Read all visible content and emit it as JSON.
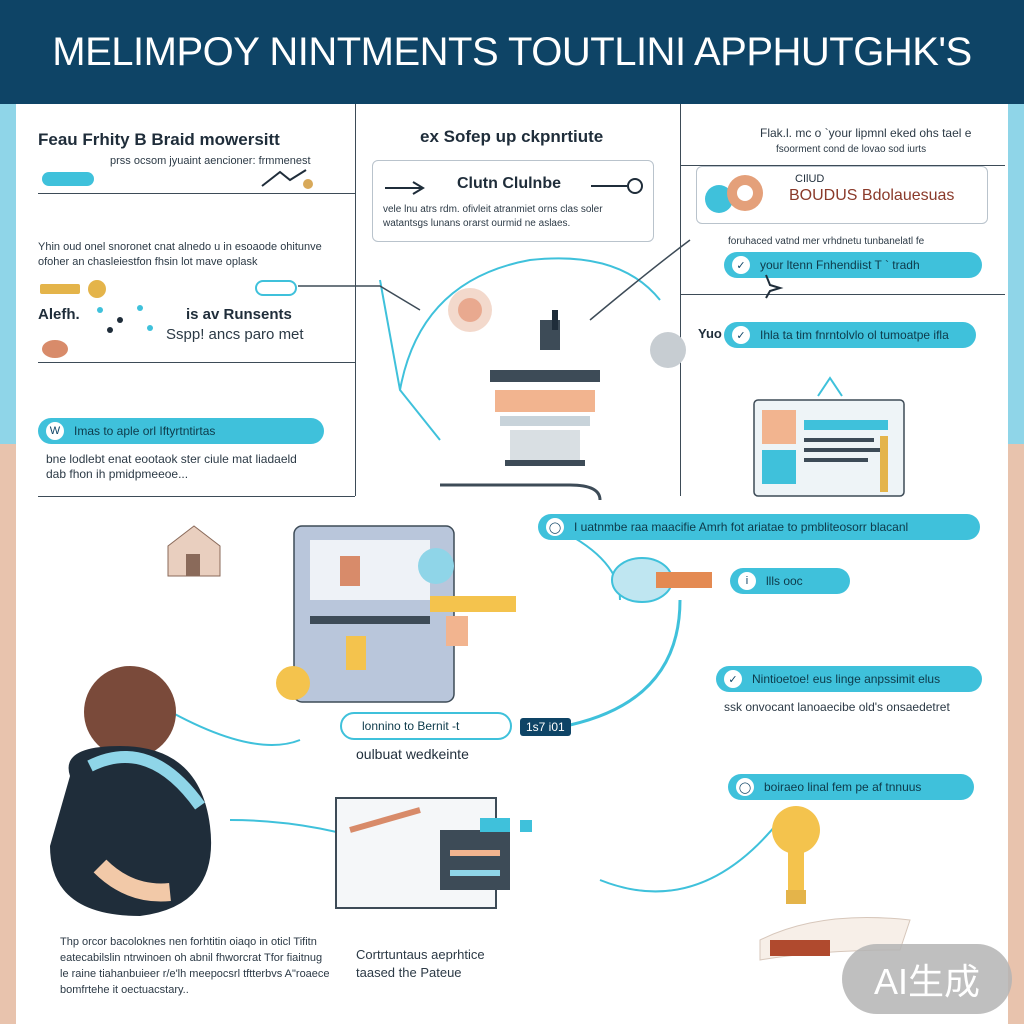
{
  "header": {
    "title": "MELIMPOY NINTMENTS TOUTLINI APPHUTGHK'S"
  },
  "left_panel": {
    "heading": "Feau Frhity B Braid mowersitt",
    "subtext": "prss ocsom jyuaint aencioner: frmmenest",
    "body": "Yhin oud onel snoronet cnat alnedo u in esoaode ohitunve ofoher an chasleiestfon fhsin lot mave oplask",
    "runnents_title": "is av Runsents",
    "runnents_sub": "Sspp! ancs paro met",
    "left_small_label": "Alefh.",
    "pill": "Imas to aple orl Iftyrtntirtas",
    "pill_letter": "W",
    "bottom_text": "bne lodlebt enat eootaok ster ciule mat liadaeld dab fhon ih pmidpmeeoe..."
  },
  "center_panel": {
    "heading": "ex Sofep up ckpnrtiute",
    "card_title": "Clutn Clulnbe",
    "card_text": "vele lnu atrs rdm. ofivleit atranmiet orns clas soler watantsgs lunans orarst ourmid ne aslaes."
  },
  "right_panel": {
    "heading": "Flak.l. mc o `your lipmnl eked ohs tael e",
    "subheading": "fsoorment cond de lovao sod iurts",
    "card_label_top": "CIlUD",
    "card_label": "BOUDUS Bdolauesuas",
    "line_text": "foruhaced vatnd mer vrhdnetu tunbanelatl fe",
    "pill1": "your ltenn Fnhendiist T ` tradh",
    "pill2": "Ihla ta tim fnrntolvlo ol tumoatpe ifla",
    "pill2_prefix": "Yuo"
  },
  "lower_right": {
    "pill_top": "I uatnmbe raa maacifie Amrh fot ariatae to pmbliteosorr blacanl",
    "pill_small": "llls ooc",
    "pill_mid": "Nintioetoe! eus linge anpssimit  elus",
    "mid_text": "ssk onvocant lanoaecibe old's onsaedetret",
    "pill_bottom": "boiraeo linal fem pe af tnnuus"
  },
  "lower_center": {
    "pill": "lonnino to Bernit -t",
    "pill_tag": "1s7 i01",
    "caption": "oulbuat wedkeinte"
  },
  "bottom": {
    "left_text": "Thp orcor bacoloknes nen forhtitin oiaqo in oticl Tifitn eatecabilslin ntrwinoen oh abnil fhworcrat Tfor fiaitnug le raine tiahanbuieer r/e'lh meepocsrl tftterbvs A\"roaece bomfrtehe it oectuacstary..",
    "center_text": "Cortrtuntaus aeprhtice taased the Pateue"
  },
  "watermark": "AI生成",
  "colors": {
    "header_bg": "#0e4466",
    "accent": "#3fc1db",
    "side_blue": "#8fd5e8",
    "side_sand": "#e8c3ad"
  }
}
